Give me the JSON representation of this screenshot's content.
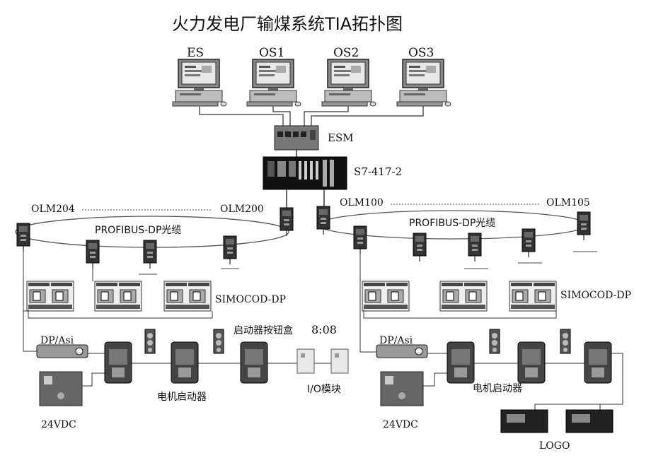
{
  "title": "火力发电厂输煤系统TIA拓扑图",
  "stations": [
    "ES",
    "OS1",
    "OS2",
    "OS3"
  ],
  "esm_label": "ESM",
  "plc_label": "S7-417-2",
  "left": {
    "olm_a": "OLM204",
    "olm_b": "OLM200",
    "ring_label": "PROFIBUS-DP光缆",
    "simocode_label": "SIMOCOD-DP",
    "dpasi_label": "DP/Asi",
    "button_box_label": "启动器按钮盒",
    "clock_text": "8:08",
    "io_label": "I/O模块",
    "motor_starter_label": "电机启动器",
    "power_label": "24VDC"
  },
  "right": {
    "olm_a": "OLM100",
    "olm_b": "OLM105",
    "ring_label": "PROFIBUS-DP光缆",
    "simocode_label": "SIMOCOD-DP",
    "dpasi_label": "DP/Asi",
    "motor_starter_label": "电机启动器",
    "power_label": "24VDC",
    "logo_label": "LOGO"
  }
}
